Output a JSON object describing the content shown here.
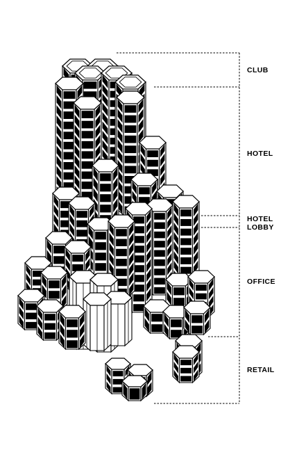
{
  "diagram": {
    "type": "isometric-tower-section",
    "colors": {
      "ink": "#000000",
      "paper": "#ffffff"
    },
    "program_labels": [
      {
        "id": "club",
        "text": "CLUB"
      },
      {
        "id": "hotel",
        "text": "HOTEL"
      },
      {
        "id": "hotel-lobby-1",
        "text": "HOTEL"
      },
      {
        "id": "hotel-lobby-2",
        "text": "LOBBY"
      },
      {
        "id": "office",
        "text": "OFFICE"
      },
      {
        "id": "retail",
        "text": "RETAIL"
      }
    ]
  }
}
